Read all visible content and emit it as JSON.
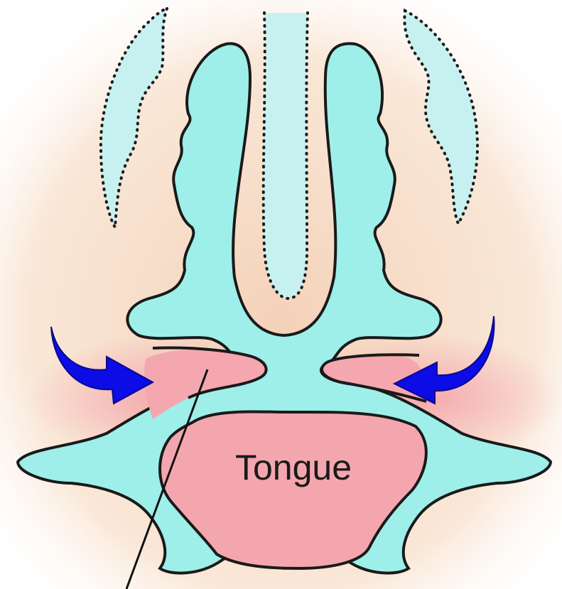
{
  "diagram": {
    "labels": {
      "tongue": "Tongue"
    },
    "colors": {
      "background_glow": "#f6dcc2",
      "cyan_fill": "#9ef0ec",
      "cyan_light": "#c9f4f4",
      "pink_fill": "#f4a6ae",
      "pink_glow": "#f7c2bf",
      "outline": "#1a1a1a",
      "arrow_blue": "#0a0ae8"
    },
    "arrows": {
      "left": {
        "direction": "inward-right"
      },
      "right": {
        "direction": "inward-left"
      }
    }
  }
}
